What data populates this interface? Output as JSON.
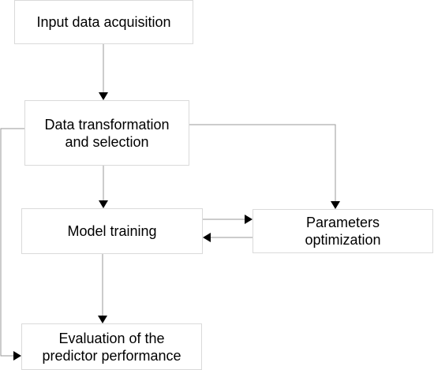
{
  "nodes": {
    "input": {
      "label": "Input data acquisition"
    },
    "transform": {
      "label": "Data transformation\nand selection"
    },
    "model": {
      "label": "Model training"
    },
    "params": {
      "label": "Parameters\noptimization"
    },
    "eval": {
      "label": "Evaluation of the\npredictor performance"
    }
  },
  "edges": [
    {
      "from": "input",
      "to": "transform"
    },
    {
      "from": "transform",
      "to": "model"
    },
    {
      "from": "transform",
      "to": "params"
    },
    {
      "from": "model",
      "to": "params"
    },
    {
      "from": "params",
      "to": "model"
    },
    {
      "from": "model",
      "to": "eval"
    },
    {
      "from": "transform",
      "to": "eval"
    }
  ],
  "colors": {
    "line": "#9a9a9a",
    "arrowhead": "#000000",
    "box_border": "#dadada",
    "text": "#000000"
  }
}
